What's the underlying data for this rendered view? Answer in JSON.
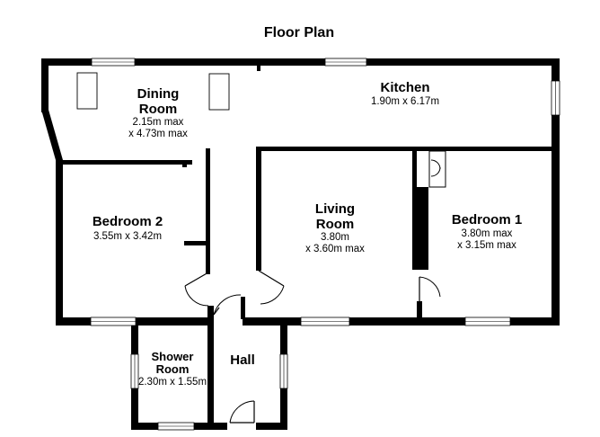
{
  "title": "Floor Plan",
  "rooms": {
    "kitchen": {
      "name": "Kitchen",
      "dims": "1.90m x 6.17m"
    },
    "dining": {
      "name_line1": "Dining",
      "name_line2": "Room",
      "dims_line1": "2.15m max",
      "dims_line2": "x 4.73m max"
    },
    "bedroom2": {
      "name": "Bedroom 2",
      "dims": "3.55m x 3.42m"
    },
    "living": {
      "name_line1": "Living",
      "name_line2": "Room",
      "dims_line1": "3.80m",
      "dims_line2": "x 3.60m max"
    },
    "bedroom1": {
      "name": "Bedroom 1",
      "dims_line1": "3.80m max",
      "dims_line2": "x 3.15m max"
    },
    "shower": {
      "name_line1": "Shower",
      "name_line2": "Room",
      "dims": "2.30m x 1.55m"
    },
    "hall": {
      "name": "Hall"
    }
  },
  "colors": {
    "wall": "#000000",
    "background": "#ffffff"
  }
}
